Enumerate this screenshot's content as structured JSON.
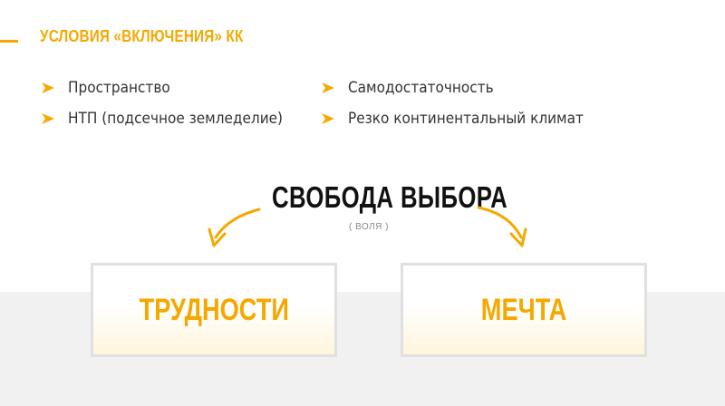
{
  "slide": {
    "title": "УСЛОВИЯ «ВКЛЮЧЕНИЯ» КК",
    "accent_color": "#f5a800"
  },
  "bullets": {
    "left": [
      "Пространство",
      "НТП (подсечное земледелие)"
    ],
    "right": [
      "Самодостаточность",
      "Резко континентальный климат"
    ],
    "icon": "chevron-arrow-icon"
  },
  "center": {
    "title": "СВОБОДА ВЫБОРА",
    "subtitle": "( ВОЛЯ )"
  },
  "boxes": {
    "left": "ТРУДНОСТИ",
    "right": "МЕЧТА"
  }
}
